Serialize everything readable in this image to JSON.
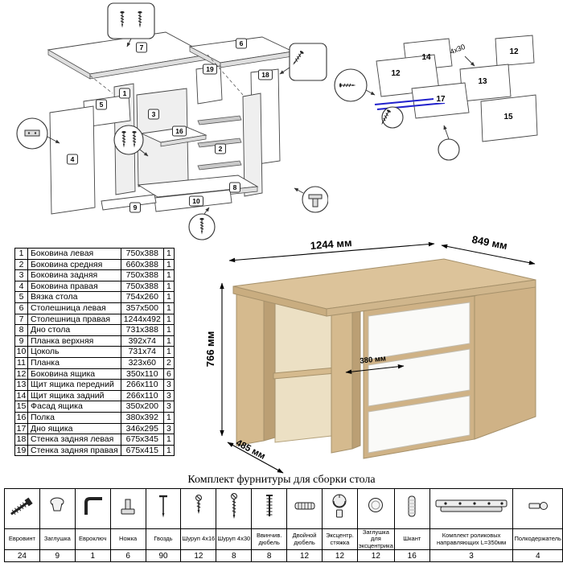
{
  "page": {
    "hardware_title": "Комплект фурнитуры для сборки стола"
  },
  "desk": {
    "dim_width": "1244 мм",
    "dim_depth": "849 мм",
    "dim_height": "766 мм",
    "dim_shelf": "380 мм",
    "dim_front": "485 мм"
  },
  "diagram_left": {
    "labels": {
      "n1": "1",
      "n2": "2",
      "n3": "3",
      "n4": "4",
      "n5": "5",
      "n6": "6",
      "n7": "7",
      "n8": "8",
      "n9": "9",
      "n10": "10",
      "n16": "16",
      "n18": "18",
      "n19": "19"
    }
  },
  "diagram_right": {
    "screw_note": "4x30",
    "labels": {
      "a": "14",
      "b": "12",
      "c": "12",
      "d": "13",
      "e": "17",
      "f": "15"
    }
  },
  "parts_table": {
    "rows": [
      {
        "num": "1",
        "name": "Боковина левая",
        "size": "750x388",
        "qty": "1"
      },
      {
        "num": "2",
        "name": "Боковина средняя",
        "size": "660x388",
        "qty": "1"
      },
      {
        "num": "3",
        "name": "Боковина задняя",
        "size": "750x388",
        "qty": "1"
      },
      {
        "num": "4",
        "name": "Боковина правая",
        "size": "750x388",
        "qty": "1"
      },
      {
        "num": "5",
        "name": "Вязка стола",
        "size": "754x260",
        "qty": "1"
      },
      {
        "num": "6",
        "name": "Столешница левая",
        "size": "357x500",
        "qty": "1"
      },
      {
        "num": "7",
        "name": "Столешница правая",
        "size": "1244x492",
        "qty": "1"
      },
      {
        "num": "8",
        "name": "Дно стола",
        "size": "731x388",
        "qty": "1"
      },
      {
        "num": "9",
        "name": "Планка верхняя",
        "size": "392x74",
        "qty": "1"
      },
      {
        "num": "10",
        "name": "Цоколь",
        "size": "731x74",
        "qty": "1"
      },
      {
        "num": "11",
        "name": "Планка",
        "size": "323x60",
        "qty": "2"
      },
      {
        "num": "12",
        "name": "Боковина ящика",
        "size": "350x110",
        "qty": "6"
      },
      {
        "num": "13",
        "name": "Щит ящика передний",
        "size": "266x110",
        "qty": "3"
      },
      {
        "num": "14",
        "name": "Щит ящика задний",
        "size": "266x110",
        "qty": "3"
      },
      {
        "num": "15",
        "name": "Фасад ящика",
        "size": "350x200",
        "qty": "3"
      },
      {
        "num": "16",
        "name": "Полка",
        "size": "380x392",
        "qty": "1"
      },
      {
        "num": "17",
        "name": "Дно ящика",
        "size": "346x295",
        "qty": "3"
      },
      {
        "num": "18",
        "name": "Стенка задняя левая",
        "size": "675x345",
        "qty": "1"
      },
      {
        "num": "19",
        "name": "Стенка задняя правая",
        "size": "675x415",
        "qty": "1"
      }
    ]
  },
  "hardware": {
    "items": [
      {
        "name": "Евровинт",
        "qty": "24"
      },
      {
        "name": "Заглушка",
        "qty": "9"
      },
      {
        "name": "Евроключ",
        "qty": "1"
      },
      {
        "name": "Ножка",
        "qty": "6"
      },
      {
        "name": "Гвоздь",
        "qty": "90"
      },
      {
        "name": "Шуруп 4x16",
        "qty": "12"
      },
      {
        "name": "Шуруп 4x30",
        "qty": "8"
      },
      {
        "name": "Ввинчив. дюбель",
        "qty": "8"
      },
      {
        "name": "Двойной дюбель",
        "qty": "12"
      },
      {
        "name": "Эксцентр. стяжка",
        "qty": "12"
      },
      {
        "name": "Заглушка для эксцентрика",
        "qty": "12"
      },
      {
        "name": "Шкант",
        "qty": "16"
      },
      {
        "name": "Комплект роликовых направляющих L=350мм",
        "qty": "3"
      },
      {
        "name": "Полкодержатель",
        "qty": "4"
      }
    ]
  }
}
